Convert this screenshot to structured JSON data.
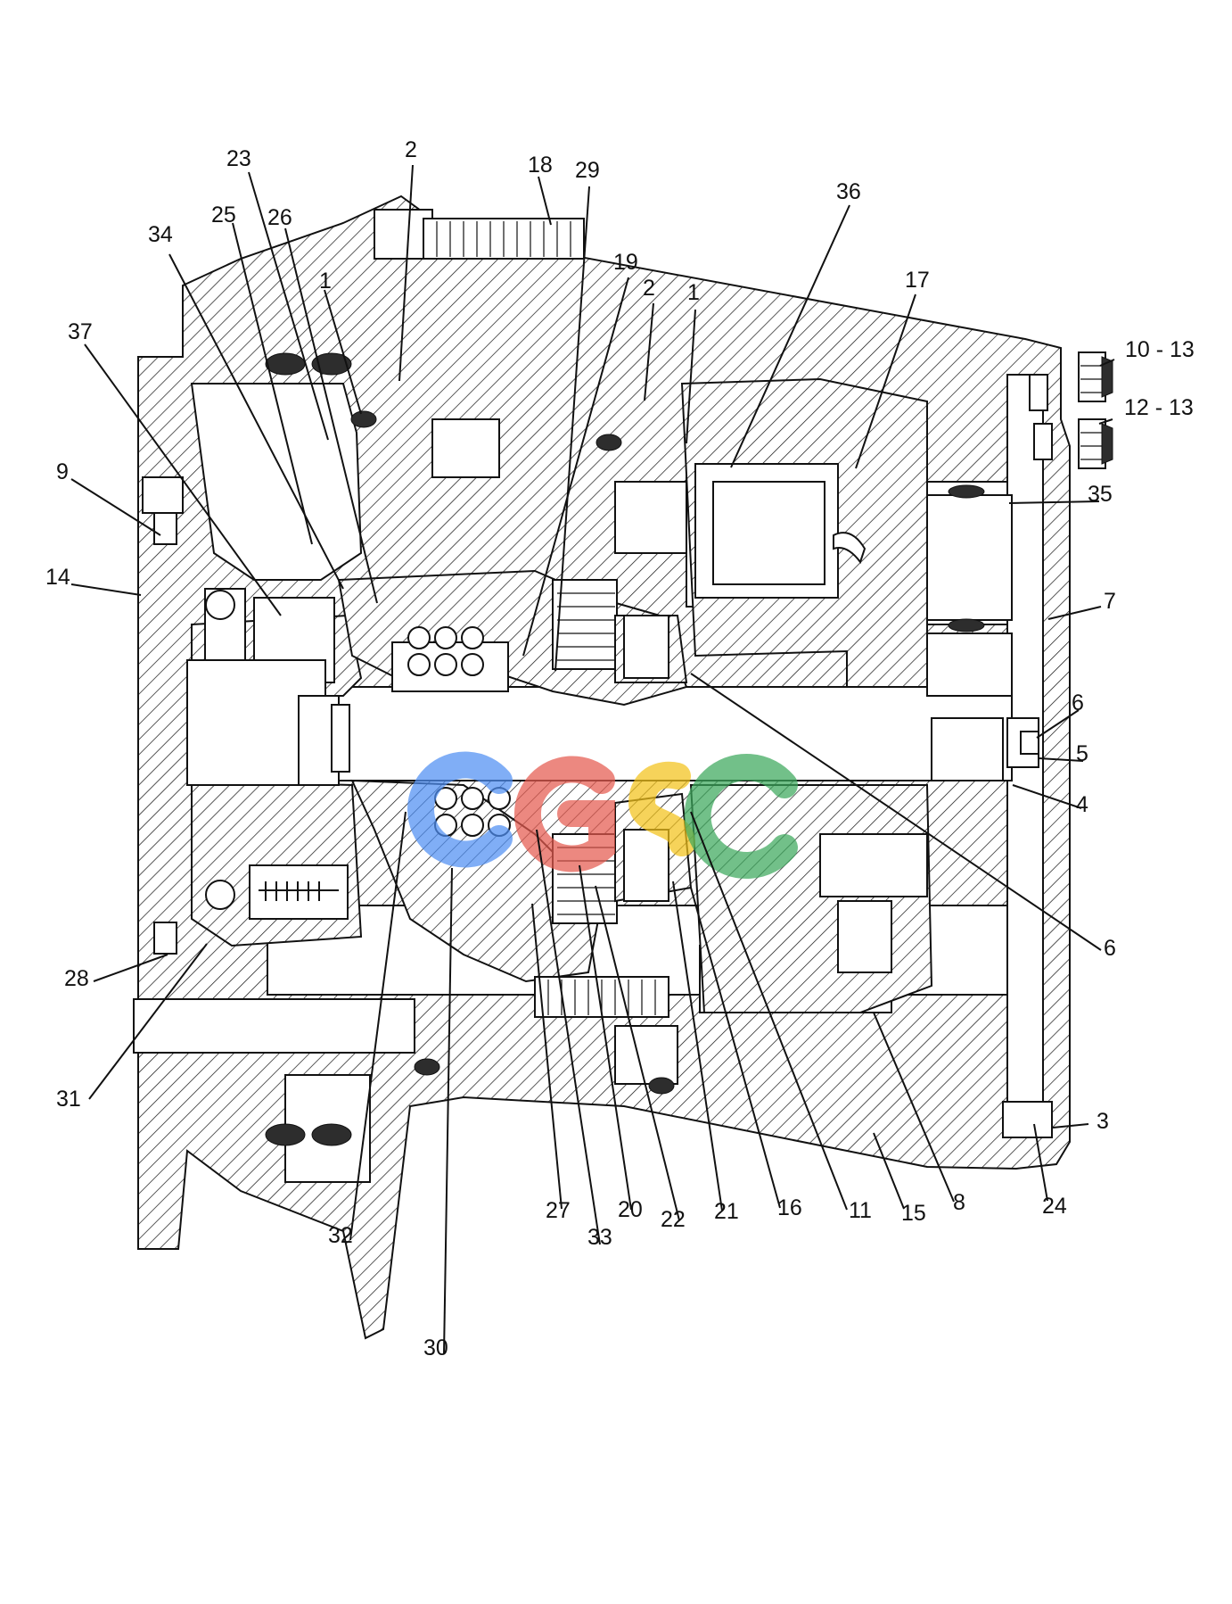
{
  "diagram": {
    "callouts": [
      {
        "id": "23",
        "text": "23"
      },
      {
        "id": "2a",
        "text": "2"
      },
      {
        "id": "18",
        "text": "18"
      },
      {
        "id": "29",
        "text": "29"
      },
      {
        "id": "36",
        "text": "36"
      },
      {
        "id": "25",
        "text": "25"
      },
      {
        "id": "26",
        "text": "26"
      },
      {
        "id": "34",
        "text": "34"
      },
      {
        "id": "19",
        "text": "19"
      },
      {
        "id": "17",
        "text": "17"
      },
      {
        "id": "1a",
        "text": "1"
      },
      {
        "id": "2b",
        "text": "2"
      },
      {
        "id": "1b",
        "text": "1"
      },
      {
        "id": "37",
        "text": "37"
      },
      {
        "id": "10-13",
        "text": "10 - 13"
      },
      {
        "id": "12-13",
        "text": "12 - 13"
      },
      {
        "id": "9",
        "text": "9"
      },
      {
        "id": "35",
        "text": "35"
      },
      {
        "id": "14",
        "text": "14"
      },
      {
        "id": "7",
        "text": "7"
      },
      {
        "id": "6a",
        "text": "6"
      },
      {
        "id": "5",
        "text": "5"
      },
      {
        "id": "4",
        "text": "4"
      },
      {
        "id": "6b",
        "text": "6"
      },
      {
        "id": "28",
        "text": "28"
      },
      {
        "id": "31",
        "text": "31"
      },
      {
        "id": "3",
        "text": "3"
      },
      {
        "id": "27",
        "text": "27"
      },
      {
        "id": "20",
        "text": "20"
      },
      {
        "id": "21",
        "text": "21"
      },
      {
        "id": "16",
        "text": "16"
      },
      {
        "id": "11",
        "text": "11"
      },
      {
        "id": "15",
        "text": "15"
      },
      {
        "id": "8",
        "text": "8"
      },
      {
        "id": "24",
        "text": "24"
      },
      {
        "id": "32",
        "text": "32"
      },
      {
        "id": "33",
        "text": "33"
      },
      {
        "id": "22",
        "text": "22"
      },
      {
        "id": "30",
        "text": "30"
      }
    ],
    "watermark": {
      "text": "CGSC",
      "colors": {
        "blue": "#4f8ff2",
        "red": "#e45a4f",
        "yellow": "#f2c21b",
        "green": "#3ca85b"
      }
    }
  }
}
